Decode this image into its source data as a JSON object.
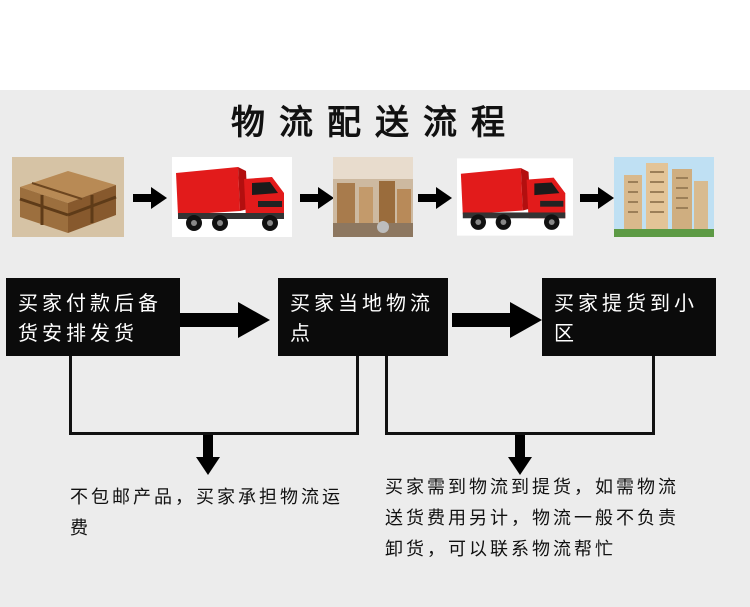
{
  "title": "物流配送流程",
  "steps": [
    {
      "label": "买家付款后备货安排发货"
    },
    {
      "label": "买家当地物流点"
    },
    {
      "label": "买家提货到小区"
    }
  ],
  "notes": [
    {
      "text": "不包邮产品，买家承担物流运费"
    },
    {
      "text": "买家需到物流到提货，如需物流送货费用另计，物流一般不负责卸货，可以联系物流帮忙"
    }
  ],
  "images": [
    {
      "icon": "wooden-crate-icon"
    },
    {
      "icon": "red-truck-icon"
    },
    {
      "icon": "warehouse-icon"
    },
    {
      "icon": "red-truck-icon"
    },
    {
      "icon": "building-icon"
    }
  ],
  "colors": {
    "box": "#0b0b0b",
    "truck": "#e21b1b",
    "panel": "#ececec"
  }
}
